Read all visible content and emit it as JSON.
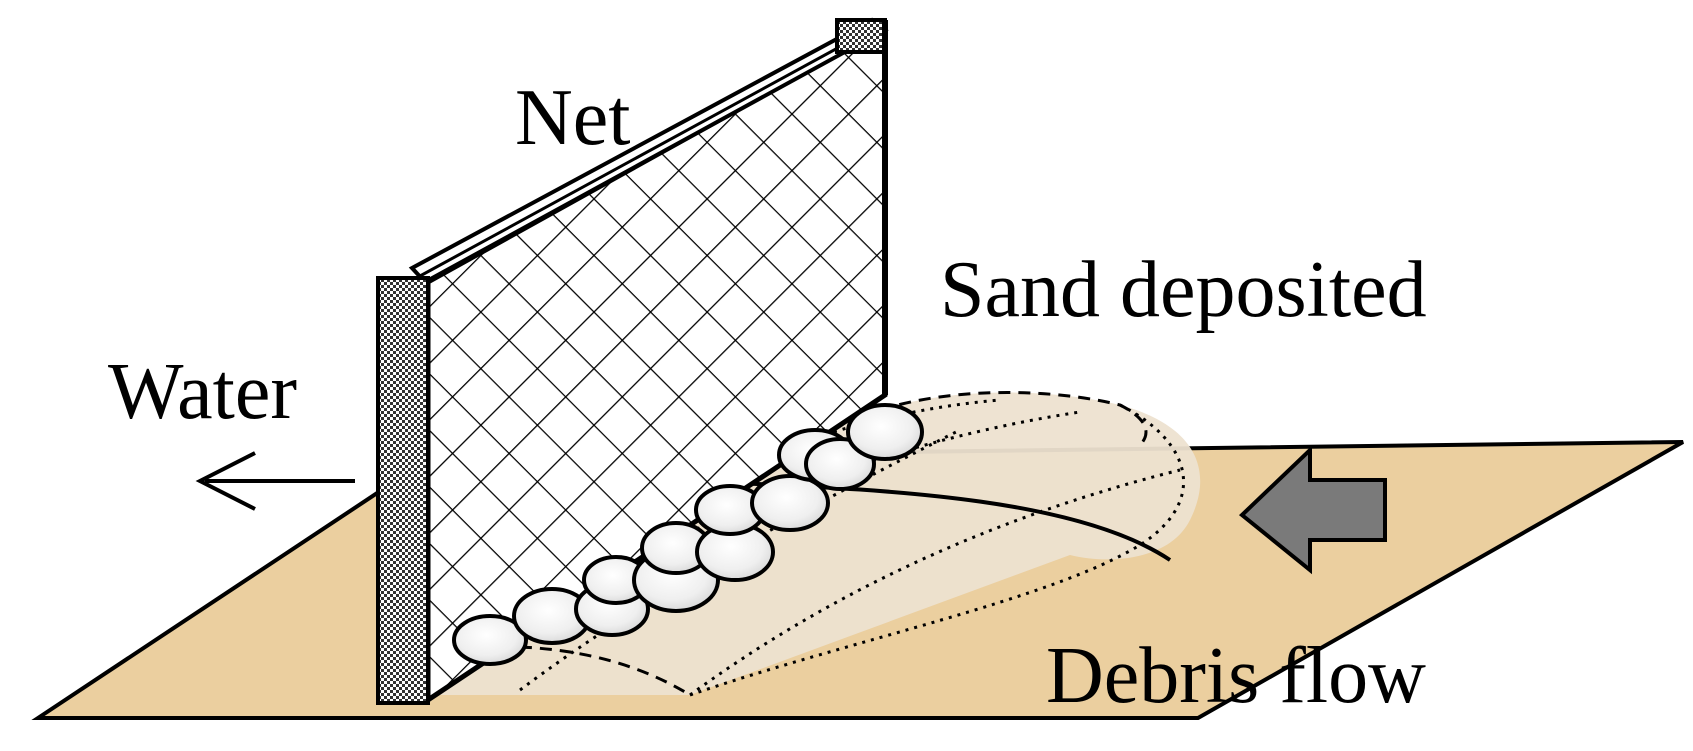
{
  "labels": {
    "net": "Net",
    "sand_deposited": "Sand deposited",
    "water": "Water",
    "debris_flow": "Debris flow"
  },
  "colors": {
    "ground": "#ebcf9f",
    "deposit": "#ede2d0",
    "post": "#555555",
    "arrow_fill": "#7a7a7a",
    "boulder": "#f4f4f4",
    "outline": "#000000"
  },
  "icons": {
    "water_arrow": "arrow-left",
    "debris_arrow": "block-arrow-left"
  }
}
